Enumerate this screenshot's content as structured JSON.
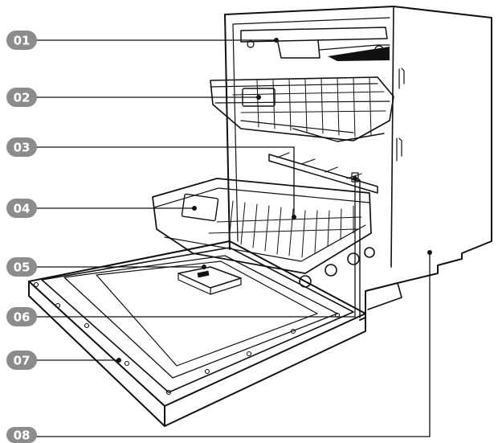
{
  "colors": {
    "line": "#111111",
    "badge": "#8c8c8c",
    "badge_text": "#ffffff",
    "background": "#ffffff"
  },
  "callouts": [
    {
      "id": "01",
      "label": "01"
    },
    {
      "id": "02",
      "label": "02"
    },
    {
      "id": "03",
      "label": "03"
    },
    {
      "id": "04",
      "label": "04"
    },
    {
      "id": "05",
      "label": "05"
    },
    {
      "id": "06",
      "label": "06"
    },
    {
      "id": "07",
      "label": "07"
    },
    {
      "id": "08",
      "label": "08"
    }
  ]
}
